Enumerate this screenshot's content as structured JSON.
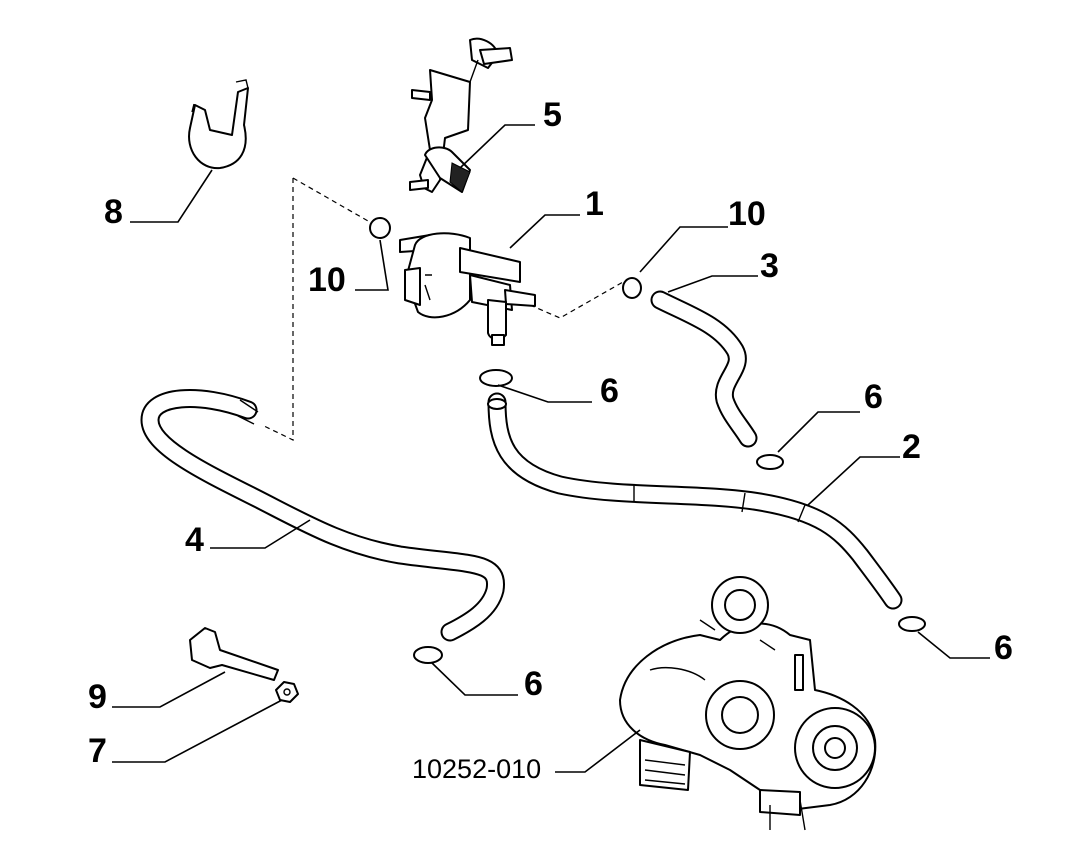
{
  "diagram": {
    "callouts": [
      {
        "id": "label-1",
        "text": "1"
      },
      {
        "id": "label-2",
        "text": "2"
      },
      {
        "id": "label-3",
        "text": "3"
      },
      {
        "id": "label-4",
        "text": "4"
      },
      {
        "id": "label-5",
        "text": "5"
      },
      {
        "id": "label-6a",
        "text": "6"
      },
      {
        "id": "label-6b",
        "text": "6"
      },
      {
        "id": "label-6c",
        "text": "6"
      },
      {
        "id": "label-6d",
        "text": "6"
      },
      {
        "id": "label-7",
        "text": "7"
      },
      {
        "id": "label-8",
        "text": "8"
      },
      {
        "id": "label-9",
        "text": "9"
      },
      {
        "id": "label-10a",
        "text": "10"
      },
      {
        "id": "label-10b",
        "text": "10"
      }
    ],
    "reference_code": "10252-010"
  }
}
